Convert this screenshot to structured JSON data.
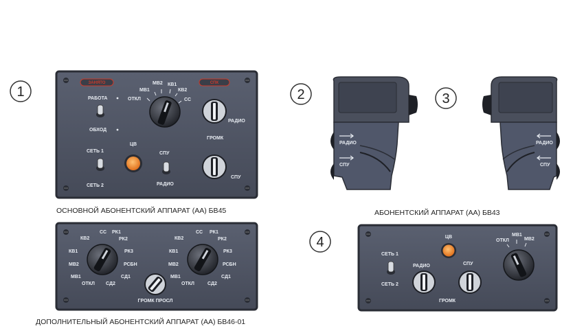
{
  "numbers": {
    "n1": "1",
    "n2": "2",
    "n3": "3",
    "n4": "4"
  },
  "captions": {
    "bv45": "ОСНОВНОЙ АБОНЕНТСКИЙ АППАРАТ (АА) БВ45",
    "bv43": "АБОНЕНТСКИЙ АППАРАТ (АА) БВ43",
    "bv46": "ДОПОЛНИТЕЛЬНЫЙ АБОНЕНТСКИЙ АППАРАТ (АА) БВ46-01"
  },
  "bv45": {
    "indicator_left": "ЗАНЯТО",
    "indicator_right": "СПК",
    "rabota": "РАБОТА",
    "obhod": "ОБХОД",
    "set1": "СЕТЬ 1",
    "set2": "СЕТЬ 2",
    "cv": "ЦВ",
    "spu_top": "СПУ",
    "radio_bottom": "РАДИО",
    "radio_knob": "РАДИО",
    "gromk": "ГРОМК",
    "spu_knob": "СПУ",
    "sel_otkl": "ОТКЛ",
    "sel_mv1": "МВ1",
    "sel_mv2": "МВ2",
    "sel_kv1": "КВ1",
    "sel_kv2": "КВ2",
    "sel_ss": "СС"
  },
  "bv43": {
    "radio": "РАДИО",
    "spu": "СПУ"
  },
  "bv46": {
    "kv2": "КВ2",
    "ss": "СС",
    "rk1": "РК1",
    "rk2": "РК2",
    "kv1": "КВ1",
    "rk3": "РК3",
    "mv2": "МВ2",
    "rsbn": "РСБН",
    "mv1": "МВ1",
    "sd1": "СД1",
    "otkl": "ОТКЛ",
    "sd2": "СД2",
    "gromk_prosl": "ГРОМК ПРОСЛ"
  },
  "panel4": {
    "cv": "ЦВ",
    "set1": "СЕТЬ 1",
    "set2": "СЕТЬ 2",
    "radio": "РАДИО",
    "spu": "СПУ",
    "gromk": "ГРОМК",
    "otkl": "ОТКЛ",
    "mv1": "МВ1",
    "mv2": "МВ2"
  },
  "colors": {
    "panel": "#4a5060",
    "lamp": "#f08a30",
    "frame": "#2a2d35"
  }
}
